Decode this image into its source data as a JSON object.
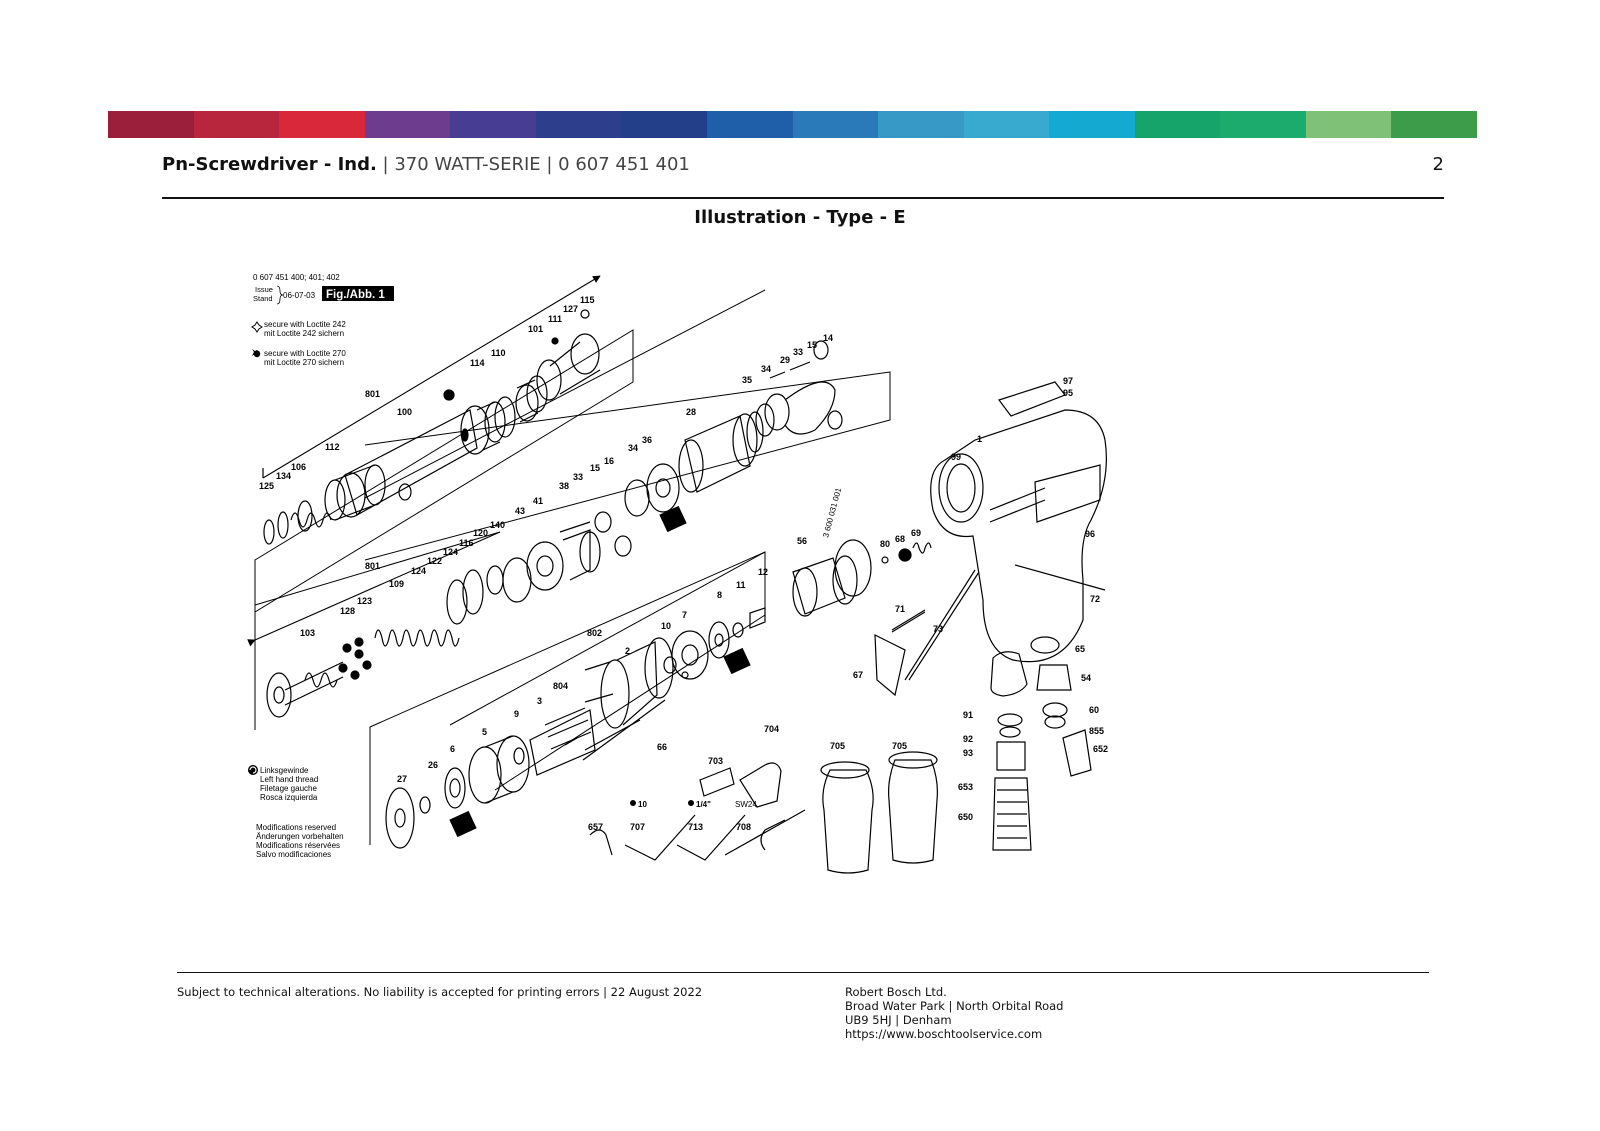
{
  "colors": {
    "bar": [
      "#9b1f3a",
      "#b8263e",
      "#d8283a",
      "#6e3c8e",
      "#473d92",
      "#2d3f8c",
      "#233f8a",
      "#1f5ea8",
      "#2a79b8",
      "#3699c6",
      "#38aacf",
      "#13a9d0",
      "#16a46a",
      "#1cab6c",
      "#7fc277",
      "#3d9c4a"
    ]
  },
  "header": {
    "title_bold": "Pn-Screwdriver - Ind.",
    "title_rest": " | 370 WATT-SERIE | 0 607 451 401",
    "page_number": "2"
  },
  "subtitle": "Illustration - Type - E",
  "diagram": {
    "models": "0 607 451 400; 401; 402",
    "issue_label": "Issue",
    "stand_label": "Stand",
    "date": "06-07-03",
    "fig_label": "Fig./Abb. 1",
    "loctite242_en": "secure with Loctite 242",
    "loctite242_de": "mit Loctite 242 sichern",
    "loctite270_en": "secure with Loctite 270",
    "loctite270_de": "mit Loctite 270 sichern",
    "lh_1": "Linksgewinde",
    "lh_2": "Left hand thread",
    "lh_3": "Filetage gauche",
    "lh_4": "Rosca izquierda",
    "mod_1": "Modifications reserved",
    "mod_2": "Änderungen vorbehalten",
    "mod_3": "Modifications réservées",
    "mod_4": "Salvo modificaciones",
    "part_no": "3 600 031 001",
    "tool_10": "10",
    "tool_14": "1/4\"",
    "tool_sw24": "SW24",
    "callouts": {
      "c125": "125",
      "c134": "134",
      "c106": "106",
      "c112": "112",
      "c801a": "801",
      "c100": "100",
      "c114": "114",
      "c110": "110",
      "c101": "101",
      "c111": "111",
      "c127": "127",
      "c115": "115",
      "c35": "35",
      "c34a": "34",
      "c29": "29",
      "c33a": "33",
      "c15a": "15",
      "c14": "14",
      "c28": "28",
      "c36": "36",
      "c34b": "34",
      "c16": "16",
      "c15b": "15",
      "c33b": "33",
      "c38": "38",
      "c41": "41",
      "c43": "43",
      "c140": "140",
      "c801b": "801",
      "c109": "109",
      "c124a": "124",
      "c122": "122",
      "c124b": "124",
      "c116": "116",
      "c120": "120",
      "c123": "123",
      "c128": "128",
      "c103": "103",
      "c802": "802",
      "c2": "2",
      "c804": "804",
      "c3": "3",
      "c9": "9",
      "c5": "5",
      "c6": "6",
      "c26": "26",
      "c27": "27",
      "c10": "10",
      "c7": "7",
      "c8": "8",
      "c11": "11",
      "c12": "12",
      "c66": "66",
      "c56": "56",
      "c80": "80",
      "c68": "68",
      "c69": "69",
      "c71": "71",
      "c73": "73",
      "c67": "67",
      "c1": "1",
      "c99": "99",
      "c97": "97",
      "c95": "95",
      "c96": "96",
      "c72": "72",
      "c65": "65",
      "c54": "54",
      "c60": "60",
      "c855": "855",
      "c652": "652",
      "c91": "91",
      "c92": "92",
      "c93": "93",
      "c653": "653",
      "c650": "650",
      "c704": "704",
      "c703": "703",
      "c705a": "705",
      "c705b": "705",
      "c657": "657",
      "c707": "707",
      "c713": "713",
      "c708": "708"
    }
  },
  "footer": {
    "left": "Subject to technical alterations. No liability is accepted for printing errors | 22 August 2022",
    "company": "Robert Bosch Ltd.",
    "address1": "Broad Water Park | North Orbital Road",
    "address2": "UB9 5HJ | Denham",
    "url": "https://www.boschtoolservice.com"
  }
}
